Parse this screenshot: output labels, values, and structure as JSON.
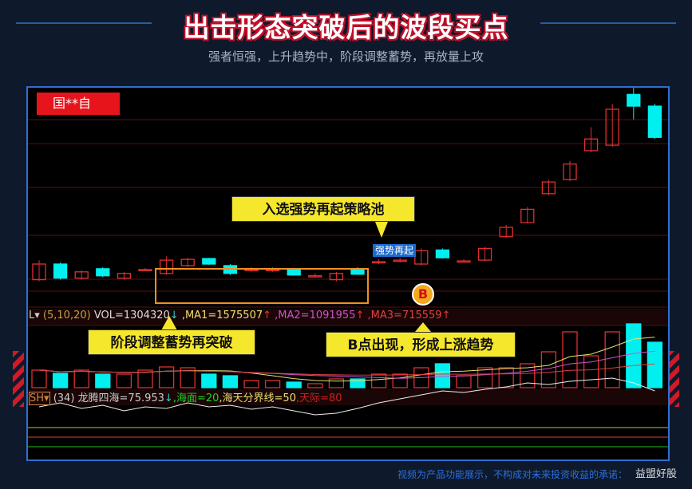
{
  "title": "出击形态突破后的波段买点",
  "subtitle": "强者恒强，上升趋势中，阶段调整蓄势，再放量上攻",
  "stock_tag": "国**自",
  "callouts": {
    "pool": "入选强势再起策略池",
    "consolidate": "阶段调整蓄势再突破",
    "bpoint": "B点出现，形成上涨趋势",
    "badge": "强势再起",
    "b_mark": "B"
  },
  "vol_indicator": {
    "menu": "L▾",
    "params": "(5,10,20)",
    "vol": "VOL=1304320",
    "ma1": ",MA1=1575507",
    "ma2": ",MA2=1091955",
    "ma3": ",MA3=715559"
  },
  "osc_indicator": {
    "menu": "SH▾",
    "params": "(34)",
    "main": "龙腾四海=75.953",
    "sea": ",海面=20",
    "line": ",海天分界线=50",
    "sky": ",天际=80"
  },
  "disclaimer": "视频为产品功能展示，不构成对未来投资收益的承诺：",
  "watermark": "益盟好股",
  "colors": {
    "up": "#e03030",
    "down": "#00f0f0",
    "accent": "#f5e72c"
  },
  "candles": [
    [
      30,
      50,
      55,
      28
    ],
    [
      50,
      32,
      52,
      30
    ],
    [
      32,
      40,
      42,
      30
    ],
    [
      44,
      35,
      46,
      33
    ],
    [
      32,
      38,
      40,
      30
    ],
    [
      43,
      43,
      45,
      41
    ],
    [
      38,
      55,
      60,
      36
    ],
    [
      48,
      56,
      58,
      46
    ],
    [
      57,
      50,
      58,
      49
    ],
    [
      48,
      38,
      50,
      36
    ],
    [
      43,
      43,
      46,
      40
    ],
    [
      43,
      43,
      46,
      40
    ],
    [
      43,
      36,
      44,
      35
    ],
    [
      35,
      35,
      38,
      33
    ],
    [
      30,
      38,
      40,
      28
    ],
    [
      44,
      37,
      46,
      36
    ],
    [
      53,
      53,
      56,
      50
    ],
    [
      55,
      55,
      58,
      52
    ],
    [
      50,
      67,
      70,
      48
    ],
    [
      68,
      58,
      70,
      57
    ],
    [
      54,
      54,
      56,
      52
    ],
    [
      55,
      70,
      72,
      54
    ],
    [
      85,
      97,
      100,
      84
    ],
    [
      103,
      120,
      123,
      102
    ],
    [
      140,
      155,
      158,
      138
    ],
    [
      158,
      178,
      182,
      156
    ],
    [
      195,
      210,
      225,
      193
    ],
    [
      202,
      248,
      255,
      200
    ],
    [
      267,
      252,
      283,
      235
    ],
    [
      252,
      212,
      255,
      210
    ]
  ],
  "volumes": [
    22,
    18,
    22,
    17,
    17,
    22,
    26,
    25,
    17,
    15,
    9,
    9,
    7,
    5,
    11,
    11,
    17,
    17,
    25,
    30,
    15,
    25,
    25,
    30,
    45,
    70,
    40,
    70,
    80,
    57
  ],
  "osc": [
    40,
    45,
    38,
    42,
    35,
    40,
    38,
    45,
    40,
    42,
    37,
    40,
    35,
    30,
    32,
    38,
    45,
    50,
    55,
    60,
    58,
    62,
    65,
    70,
    68,
    72,
    74,
    76,
    70,
    60
  ]
}
